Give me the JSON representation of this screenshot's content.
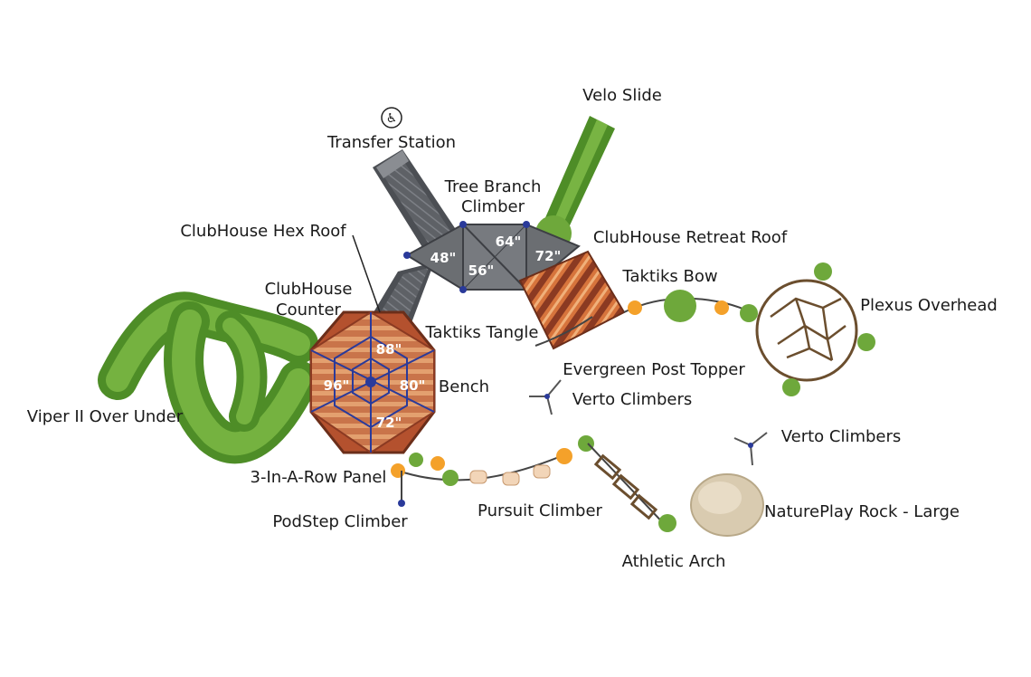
{
  "components": {
    "transfer_station": "Transfer Station",
    "velo_slide": "Velo Slide",
    "tree_branch_climber_line1": "Tree Branch",
    "tree_branch_climber_line2": "Climber",
    "clubhouse_hex_roof": "ClubHouse Hex Roof",
    "clubhouse_retreat_roof": "ClubHouse Retreat Roof",
    "clubhouse_counter_line1": "ClubHouse",
    "clubhouse_counter_line2": "Counter",
    "taktiks_bow": "Taktiks Bow",
    "plexus_overhead": "Plexus Overhead",
    "taktiks_tangle": "Taktiks Tangle",
    "evergreen_post_topper": "Evergreen Post Topper",
    "bench": "Bench",
    "verto_climbers_center": "Verto Climbers",
    "viper_over_under": "Viper II Over Under",
    "verto_climbers_right": "Verto Climbers",
    "three_in_a_row_panel": "3-In-A-Row Panel",
    "pursuit_climber": "Pursuit Climber",
    "natureplay_rock": "NaturePlay Rock - Large",
    "podstep_climber": "PodStep Climber",
    "athletic_arch": "Athletic Arch"
  },
  "deck_heights": {
    "deck_48": "48\"",
    "deck_64": "64\"",
    "deck_56": "56\"",
    "deck_72_upper": "72\"",
    "deck_88": "88\"",
    "deck_96": "96\"",
    "deck_80": "80\"",
    "deck_72_lower": "72\""
  },
  "icons": {
    "accessibility": "wheelchair-icon"
  },
  "colors": {
    "slide_green": "#5c9a2e",
    "deck_gray": "#6b6e72",
    "roof_orange": "#d9773e",
    "cap_orange": "#f4a12a",
    "post_blue": "#2a3a9a"
  }
}
